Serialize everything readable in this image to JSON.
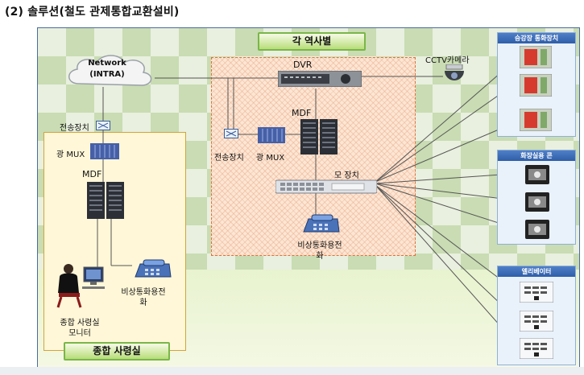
{
  "heading": "(2) 솔루션(철도 관제통합교환설비)",
  "station_area": {
    "title": "각 역사별"
  },
  "hq_area": {
    "title": "종합 사령실"
  },
  "network": {
    "line1": "Network",
    "line2": "(INTRA)"
  },
  "hq": {
    "transmission": "전송장치",
    "optical_mux": "광 MUX",
    "mdf": "MDF",
    "emergency_phone": [
      "비상통화용전",
      "화"
    ],
    "operator_monitor": [
      "종합 사령실",
      "모니터"
    ]
  },
  "station": {
    "dvr": "DVR",
    "cctv": "CCTV카메라",
    "mdf": "MDF",
    "transmission": "전송장치",
    "optical_mux": "광 MUX",
    "master_unit": "모 장치",
    "emergency_phone": [
      "비상통화용전",
      "화"
    ]
  },
  "panels": [
    {
      "title": "승강장 통화장치",
      "count": 3
    },
    {
      "title": "화장실용 콘",
      "count": 3
    },
    {
      "title": "엘리베이터",
      "count": 3
    }
  ],
  "colors": {
    "frame_border": "#4a6aa0",
    "station_fill": "#fbe6d4",
    "hq_fill": "#fff7d8",
    "label_border": "#7ab648",
    "panel_head": "#2f5ea8"
  }
}
